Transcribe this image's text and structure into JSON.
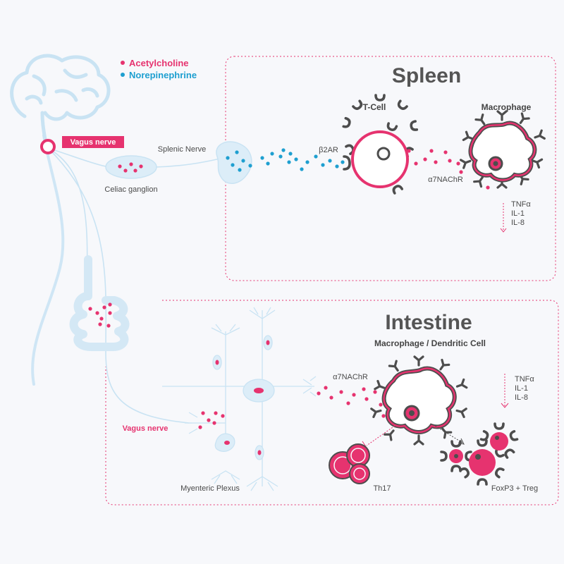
{
  "legend": {
    "acetylcholine": "Acetylcholine",
    "norepinephrine": "Norepinephrine"
  },
  "labels": {
    "vagus_nerve_top": "Vagus nerve",
    "splenic_nerve": "Splenic Nerve",
    "celiac_ganglion": "Celiac ganglion",
    "vagus_nerve_bottom": "Vagus nerve",
    "myenteric_plexus": "Myenteric Plexus"
  },
  "spleen": {
    "title": "Spleen",
    "t_cell": "T-Cell",
    "macrophage": "Macrophage",
    "b2ar": "β2AR",
    "a7nachr": "α7NAChR",
    "cytokines": [
      "TNFα",
      "IL-1",
      "IL-8"
    ]
  },
  "intestine": {
    "title": "Intestine",
    "macrophage_dc": "Macrophage / Dendritic Cell",
    "a7nachr": "α7NAChR",
    "cytokines": [
      "TNFα",
      "IL-1",
      "IL-8"
    ],
    "th17": "Th17",
    "treg": "FoxP3 + Treg"
  },
  "colors": {
    "acetylcholine": "#e6336f",
    "norepinephrine": "#1e9fd0",
    "nerve": "#c9e3f3",
    "text": "#4a4a4a",
    "receptor": "#4d4d4d"
  }
}
